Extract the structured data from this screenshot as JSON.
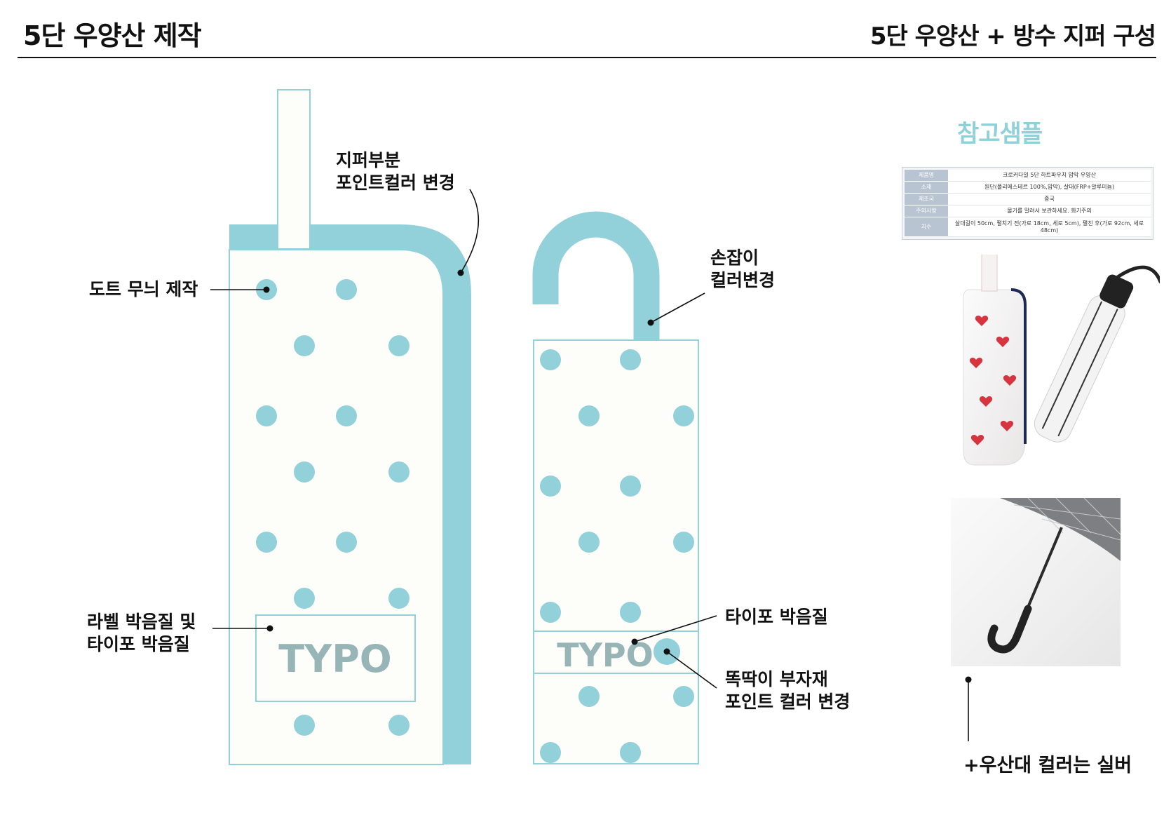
{
  "header": {
    "title_left": "5단 우양산 제작",
    "title_right": "5단 우양산 + 방수 지퍼 구성"
  },
  "colors": {
    "accent": "#92d1da",
    "pouch_fill": "#fdfdf9",
    "typo_text": "#97b4b6",
    "text": "#111111"
  },
  "diagram": {
    "zipper_label_line1": "지퍼부분",
    "zipper_label_line2": "포인트컬러 변경",
    "dot_label": "도트 무늬 제작",
    "label_emboss_line1": "라벨 박음질 및",
    "label_emboss_line2": "타이포 박음질",
    "handle_label_line1": "손잡이",
    "handle_label_line2": "컬러변경",
    "typo_emboss_label": "타이포 박음질",
    "snap_label_line1": "똑딱이 부자재",
    "snap_label_line2": "포인트 컬러 변경",
    "typo_text": "TYPO"
  },
  "reference": {
    "title": "참고샘플",
    "spec_table": [
      {
        "key": "제품명",
        "value": "크로커다일 5단 하트파우치 암막 우양산"
      },
      {
        "key": "소재",
        "value": "원단(폴리에스테르 100%,암막), 살대(FRP+알루미늄)"
      },
      {
        "key": "제조국",
        "value": "중국"
      },
      {
        "key": "주의사항",
        "value": "물기를 말려서 보관하세요. 화기주의"
      },
      {
        "key": "치수",
        "value": "살대길이 50cm, 펼치기 전(가로 18cm, 세로 5cm), 펼친 후(가로 92cm, 세로 48cm)"
      }
    ],
    "photo1_icon": "heart-pouch-umbrella-photo",
    "photo2_icon": "umbrella-handle-photo",
    "note": "+우산대 컬러는 실버"
  }
}
